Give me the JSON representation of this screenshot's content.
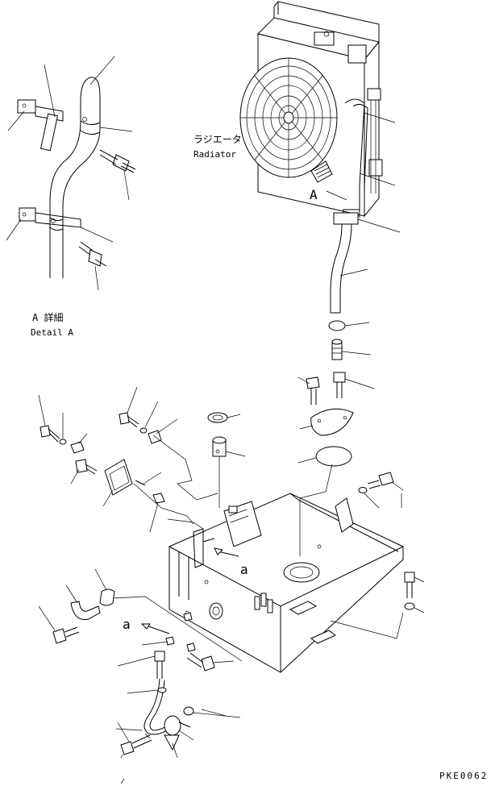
{
  "labels": {
    "radiator_jp": "ラジエータ",
    "radiator_en": "Radiator",
    "detail_a_jp": "A 詳細",
    "detail_a_en": "Detail A",
    "view_a": "A",
    "marker_a_upper": "a",
    "marker_a_lower": "a",
    "drawing_code": "PKE0062"
  }
}
